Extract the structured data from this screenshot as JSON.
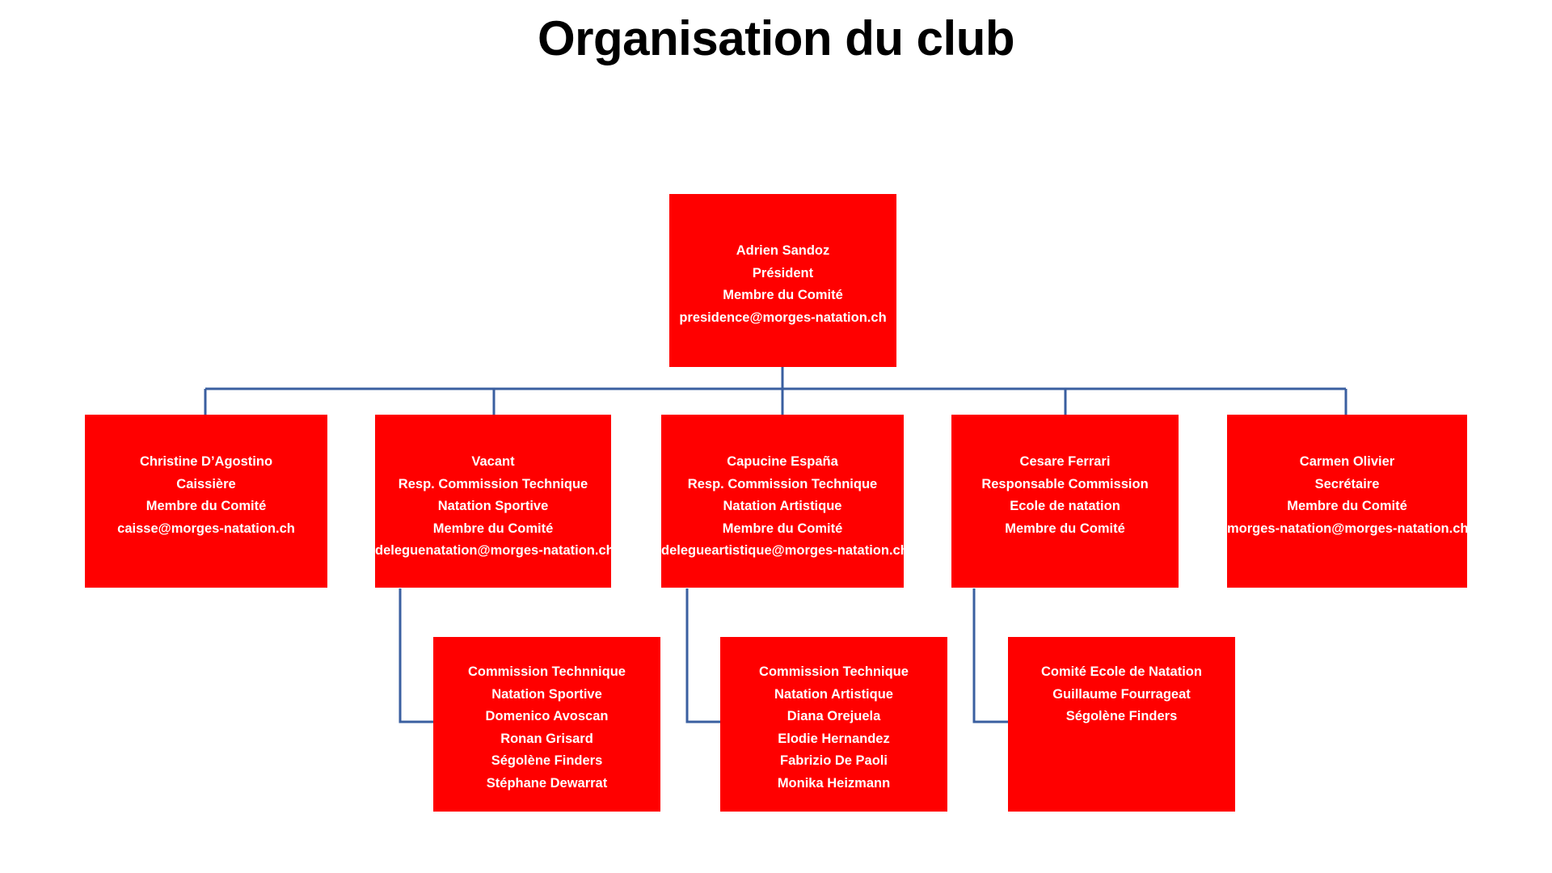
{
  "page": {
    "title": "Organisation du club",
    "background_color": "#FFFFFF",
    "box_color": "#FF0000",
    "box_text_color": "#FFFFFF",
    "connector_color": "#3A5FA0"
  },
  "chart_data": {
    "type": "diagram",
    "title": "Organisation du club",
    "levels": 3
  },
  "president": {
    "name": "Adrien Sandoz",
    "role": "Président",
    "membership": "Membre du Comité",
    "email": "presidence@morges-natation.ch"
  },
  "committee": [
    {
      "name": "Christine D’Agostino",
      "role": "Caissière",
      "membership": "Membre du Comité",
      "email": "caisse@morges-natation.ch"
    },
    {
      "name": "Vacant",
      "role": "Resp. Commission Technique",
      "discipline": "Natation Sportive",
      "membership": "Membre du Comité",
      "email": "deleguenatation@morges-natation.ch"
    },
    {
      "name": "Capucine España",
      "role": "Resp. Commission Technique",
      "discipline": "Natation Artistique",
      "membership": "Membre du Comité",
      "email": "delegueartistique@morges-natation.ch"
    },
    {
      "name": "Cesare Ferrari",
      "role": "Responsable Commission",
      "discipline": "Ecole de natation",
      "membership": "Membre du Comité"
    },
    {
      "name": "Carmen Olivier",
      "role": "Secrétaire",
      "membership": "Membre du Comité",
      "email": "morges-natation@morges-natation.ch"
    }
  ],
  "commissions": [
    {
      "title": "Commission Technnique",
      "subtitle": "Natation Sportive",
      "members": [
        "Domenico Avoscan",
        "Ronan Grisard",
        "Ségolène Finders",
        "Stéphane Dewarrat"
      ]
    },
    {
      "title": "Commission Technique",
      "subtitle": "Natation Artistique",
      "members": [
        "Diana Orejuela",
        "Elodie Hernandez",
        "Fabrizio De Paoli",
        "Monika Heizmann"
      ]
    },
    {
      "title": "Comité Ecole de Natation",
      "members": [
        "Guillaume Fourrageat",
        "Ségolène Finders"
      ]
    }
  ]
}
